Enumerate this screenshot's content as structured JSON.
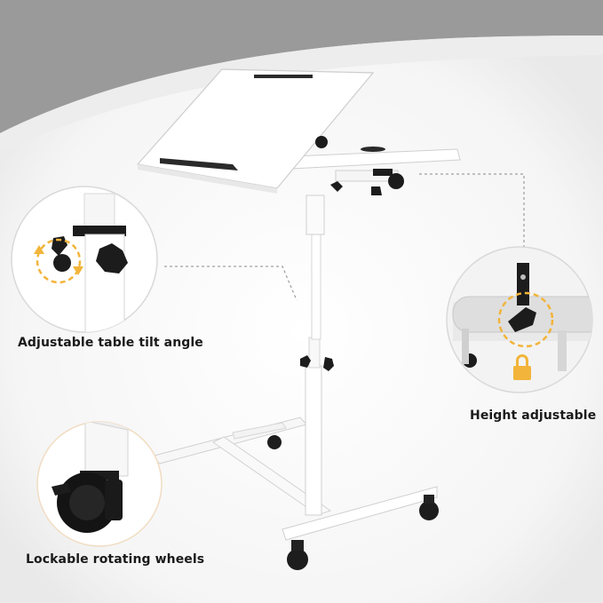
{
  "labels": {
    "tilt": "Adjustable table tilt angle",
    "height": "Height adjustable",
    "wheels": "Lockable rotating wheels"
  },
  "colors": {
    "background_band": "#9a9a9a",
    "background_light": "#efefef",
    "product_white": "#ffffff",
    "product_edge": "#d6d6d6",
    "knob_black": "#1c1c1c",
    "accent_arrow": "#f2b43a"
  }
}
